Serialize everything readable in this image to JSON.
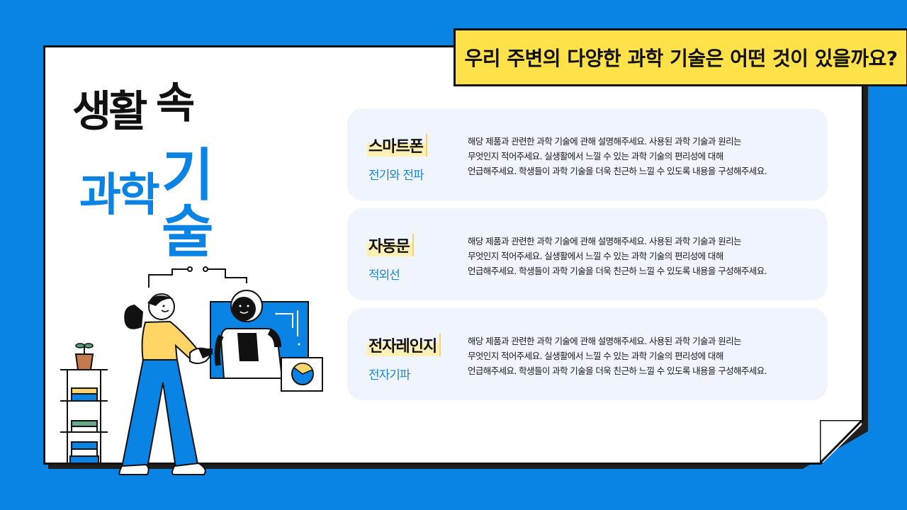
{
  "banner": {
    "text": "우리 주변의 다양한 과학 기술은 어떤 것이 있을까요?"
  },
  "title": {
    "word1": "생활",
    "word2": "속",
    "word3": "과학",
    "word4": "기술"
  },
  "cards": [
    {
      "name": "스마트폰",
      "sub": "전기와 전파",
      "desc": [
        "해당 제품과 관련한 과학 기술에 관해 설명해주세요. 사용된 과학 기술과 원리는",
        "무엇인지 적어주세요. 실생활에서 느낄 수 있는 과학 기술의 편리성에 대해",
        "언급해주세요. 학생들이 과학 기술을 더욱 친근하  느낄 수 있도록 내용을 구성해주세요."
      ]
    },
    {
      "name": "자동문",
      "sub": "적외선",
      "desc": [
        "해당 제품과 관련한 과학 기술에 관해 설명해주세요. 사용된 과학 기술과 원리는",
        "무엇인지 적어주세요. 실생활에서 느낄 수 있는 과학 기술의 편리성에 대해",
        "언급해주세요. 학생들이 과학 기술을 더욱 친근하  느낄 수 있도록 내용을 구성해주세요."
      ]
    },
    {
      "name": "전자레인지",
      "sub": "전자기파",
      "desc": [
        "해당 제품과 관련한 과학 기술에 관해 설명해주세요. 사용된 과학 기술과 원리는",
        "무엇인지 적어주세요. 실생활에서 느낄 수 있는 과학 기술의 편리성에 대해",
        "언급해주세요. 학생들이 과학 기술을 더욱 친근하  느낄 수 있도록 내용을 구성해주세요."
      ]
    }
  ],
  "colors": {
    "background": "#0A84E4",
    "banner": "#FFE24A",
    "card": "#EFF4FD",
    "accent_blue": "#1A86DC",
    "highlight": "#FDF0B5"
  },
  "illustration": {
    "icons": [
      "woman-icon",
      "robot-icon",
      "handshake-icon",
      "shelf-icon",
      "plant-icon",
      "pie-chart-icon",
      "circuit-icon"
    ]
  }
}
